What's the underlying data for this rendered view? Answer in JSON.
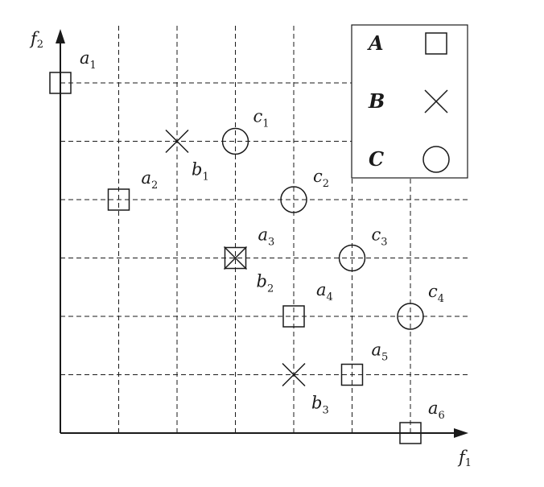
{
  "axes": {
    "x": {
      "main": "f",
      "sub": "1"
    },
    "y": {
      "main": "f",
      "sub": "2"
    }
  },
  "legend": [
    {
      "name": "A",
      "marker": "square"
    },
    {
      "name": "B",
      "marker": "cross"
    },
    {
      "name": "C",
      "marker": "circle"
    }
  ],
  "points": [
    {
      "id": "a1",
      "name": "a",
      "sub": "1",
      "marker": "square",
      "x": 0,
      "y": 6
    },
    {
      "id": "a2",
      "name": "a",
      "sub": "2",
      "marker": "square",
      "x": 1,
      "y": 4
    },
    {
      "id": "a3",
      "name": "a",
      "sub": "3",
      "marker": "square",
      "x": 3,
      "y": 3
    },
    {
      "id": "a4",
      "name": "a",
      "sub": "4",
      "marker": "square",
      "x": 4,
      "y": 2
    },
    {
      "id": "a5",
      "name": "a",
      "sub": "5",
      "marker": "square",
      "x": 5,
      "y": 1
    },
    {
      "id": "a6",
      "name": "a",
      "sub": "6",
      "marker": "square",
      "x": 6,
      "y": 0
    },
    {
      "id": "b1",
      "name": "b",
      "sub": "1",
      "marker": "cross",
      "x": 2,
      "y": 5
    },
    {
      "id": "b2",
      "name": "b",
      "sub": "2",
      "marker": "cross",
      "x": 3,
      "y": 3
    },
    {
      "id": "b3",
      "name": "b",
      "sub": "3",
      "marker": "cross",
      "x": 4,
      "y": 1
    },
    {
      "id": "c1",
      "name": "c",
      "sub": "1",
      "marker": "circle",
      "x": 3,
      "y": 5
    },
    {
      "id": "c2",
      "name": "c",
      "sub": "2",
      "marker": "circle",
      "x": 4,
      "y": 4
    },
    {
      "id": "c3",
      "name": "c",
      "sub": "3",
      "marker": "circle",
      "x": 5,
      "y": 3
    },
    {
      "id": "c4",
      "name": "c",
      "sub": "4",
      "marker": "circle",
      "x": 6,
      "y": 2
    }
  ]
}
